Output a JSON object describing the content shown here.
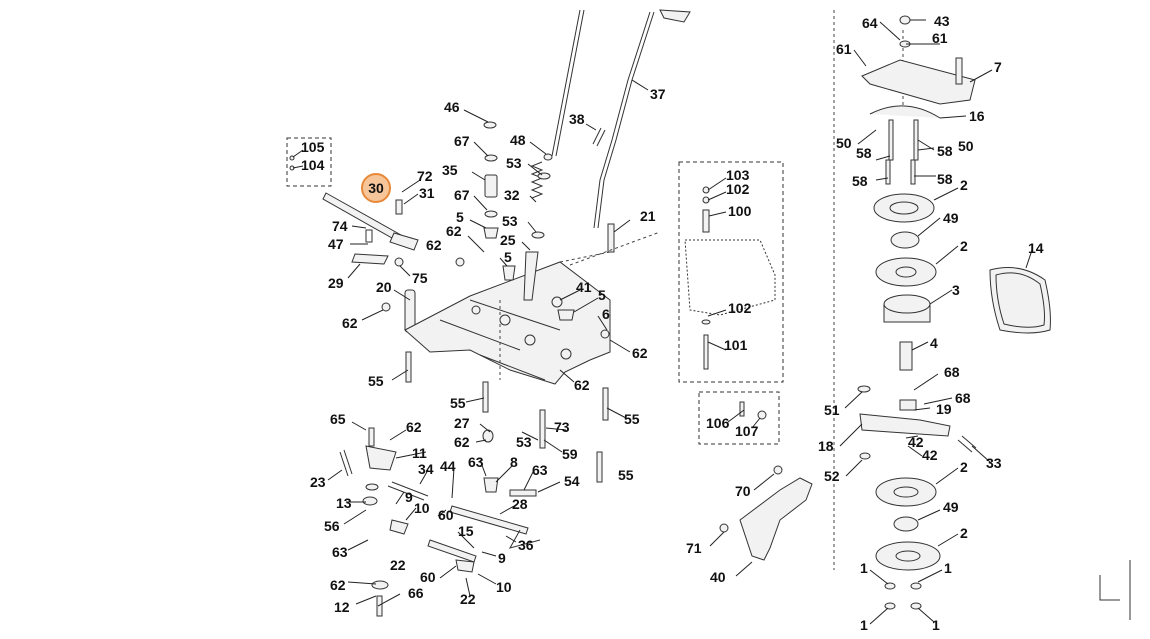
{
  "labels": {
    "n1": "1",
    "n2": "2",
    "n3": "3",
    "n4": "4",
    "n5": "5",
    "n6": "6",
    "n7": "7",
    "n8": "8",
    "n9": "9",
    "n10": "10",
    "n11": "11",
    "n12": "12",
    "n13": "13",
    "n14": "14",
    "n15": "15",
    "n16": "16",
    "n18": "18",
    "n19": "19",
    "n20": "20",
    "n21": "21",
    "n22": "22",
    "n23": "23",
    "n25": "25",
    "n27": "27",
    "n28": "28",
    "n29": "29",
    "n30": "30",
    "n31": "31",
    "n32": "32",
    "n33": "33",
    "n34": "34",
    "n35": "35",
    "n36": "36",
    "n37": "37",
    "n38": "38",
    "n40": "40",
    "n41": "41",
    "n42": "42",
    "n43": "43",
    "n44": "44",
    "n46": "46",
    "n47": "47",
    "n48": "48",
    "n49": "49",
    "n50": "50",
    "n51": "51",
    "n52": "52",
    "n53": "53",
    "n54": "54",
    "n55": "55",
    "n56": "56",
    "n58": "58",
    "n59": "59",
    "n60": "60",
    "n61": "61",
    "n62": "62",
    "n63": "63",
    "n64": "64",
    "n65": "65",
    "n66": "66",
    "n67": "67",
    "n68": "68",
    "n70": "70",
    "n71": "71",
    "n72": "72",
    "n73": "73",
    "n74": "74",
    "n75": "75",
    "n100": "100",
    "n101": "101",
    "n102": "102",
    "n103": "103",
    "n104": "104",
    "n105": "105",
    "n106": "106",
    "n107": "107"
  },
  "selected_part": "30",
  "colors": {
    "selected_fill": "#f6c69a",
    "selected_stroke": "#e8893a",
    "line": "#333333"
  }
}
